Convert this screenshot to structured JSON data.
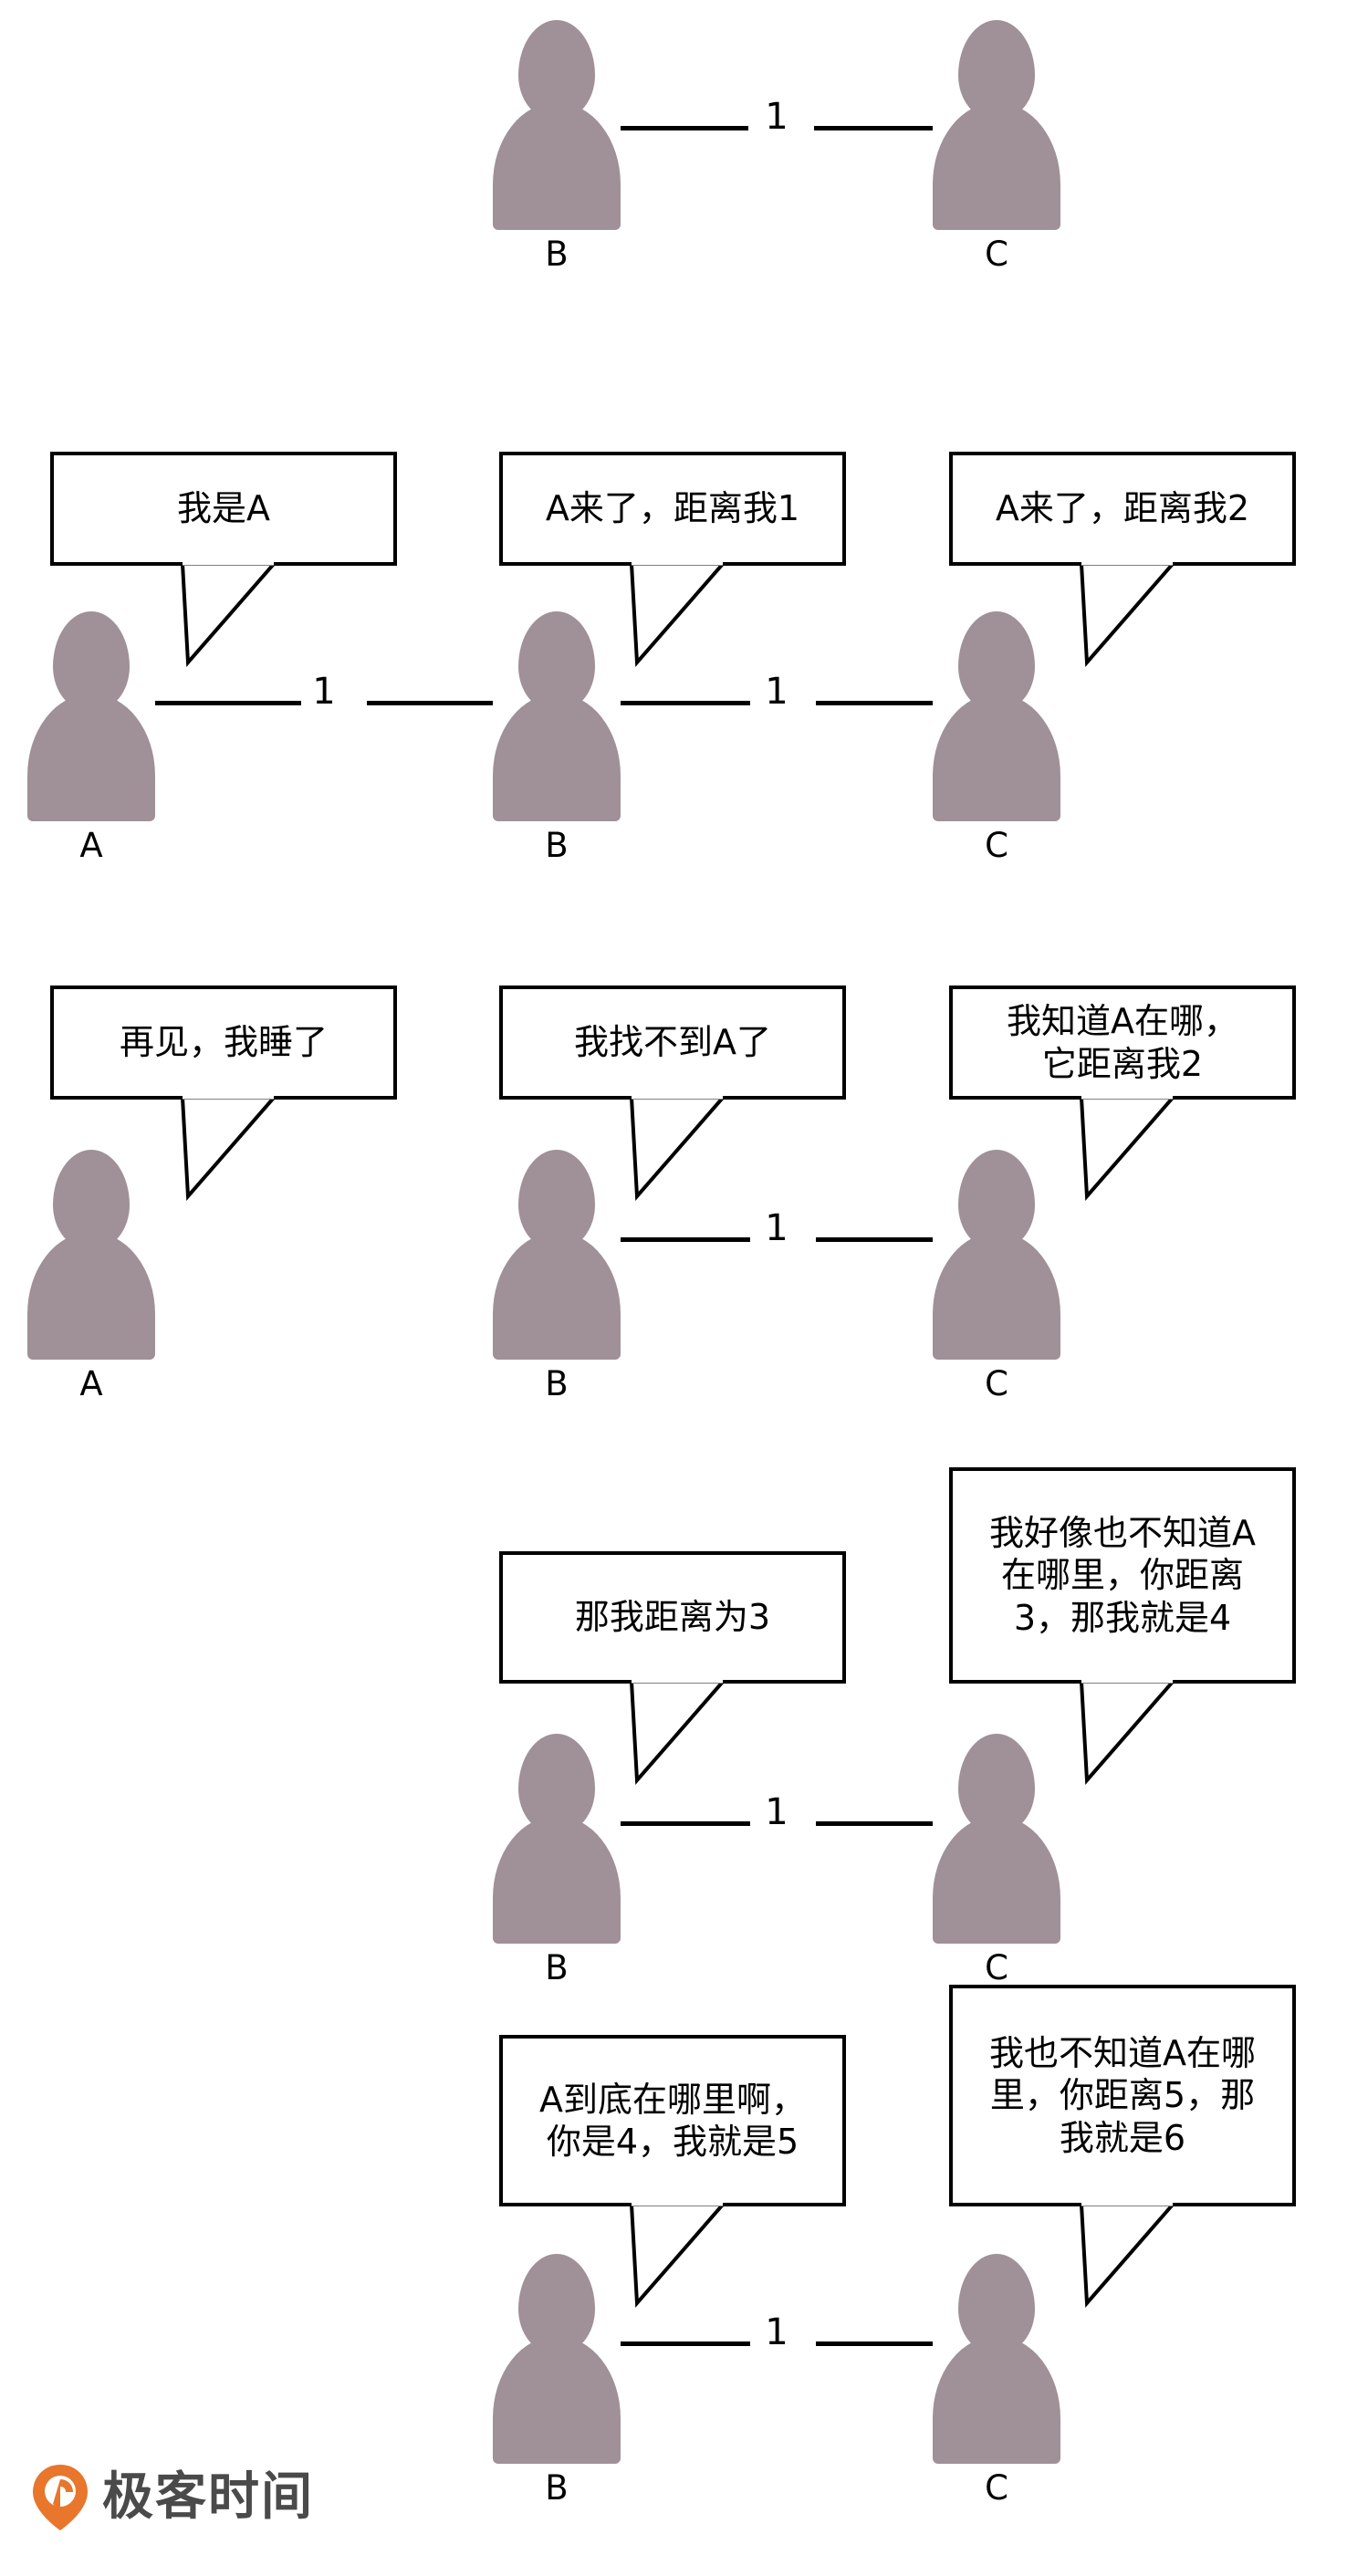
{
  "figure": {
    "person_color": "#9f9197",
    "line_color": "#000000",
    "background": "#ffffff"
  },
  "rows": [
    {
      "id": "row-1",
      "nodes": [
        {
          "label": "B"
        },
        {
          "label": "C"
        }
      ],
      "links": [
        {
          "distance": "1"
        }
      ],
      "bubbles": []
    },
    {
      "id": "row-2",
      "nodes": [
        {
          "label": "A"
        },
        {
          "label": "B"
        },
        {
          "label": "C"
        }
      ],
      "links": [
        {
          "distance": "1"
        },
        {
          "distance": "1"
        }
      ],
      "bubbles": [
        {
          "speaker": "A",
          "text": "我是A"
        },
        {
          "speaker": "B",
          "text": "A来了，距离我1"
        },
        {
          "speaker": "C",
          "text": "A来了，距离我2"
        }
      ]
    },
    {
      "id": "row-3",
      "nodes": [
        {
          "label": "A"
        },
        {
          "label": "B"
        },
        {
          "label": "C"
        }
      ],
      "links": [
        {
          "distance": "1"
        }
      ],
      "bubbles": [
        {
          "speaker": "A",
          "text": "再见，我睡了"
        },
        {
          "speaker": "B",
          "text": "我找不到A了"
        },
        {
          "speaker": "C",
          "text": "我知道A在哪，\n它距离我2"
        }
      ]
    },
    {
      "id": "row-4",
      "nodes": [
        {
          "label": "B"
        },
        {
          "label": "C"
        }
      ],
      "links": [
        {
          "distance": "1"
        }
      ],
      "bubbles": [
        {
          "speaker": "B",
          "text": "那我距离为3"
        },
        {
          "speaker": "C",
          "text": "我好像也不知道A\n在哪里，你距离\n3，那我就是4"
        }
      ]
    },
    {
      "id": "row-5",
      "nodes": [
        {
          "label": "B"
        },
        {
          "label": "C"
        }
      ],
      "links": [
        {
          "distance": "1"
        }
      ],
      "bubbles": [
        {
          "speaker": "B",
          "text": "A到底在哪里啊，\n你是4，我就是5"
        },
        {
          "speaker": "C",
          "text": "我也不知道A在哪\n里，你距离5，那\n我就是6"
        }
      ]
    }
  ],
  "logo": {
    "text": "极客时间",
    "icon": "location-pin-icon",
    "brand_color": "#e8762c",
    "text_color": "#4a4a4a"
  }
}
